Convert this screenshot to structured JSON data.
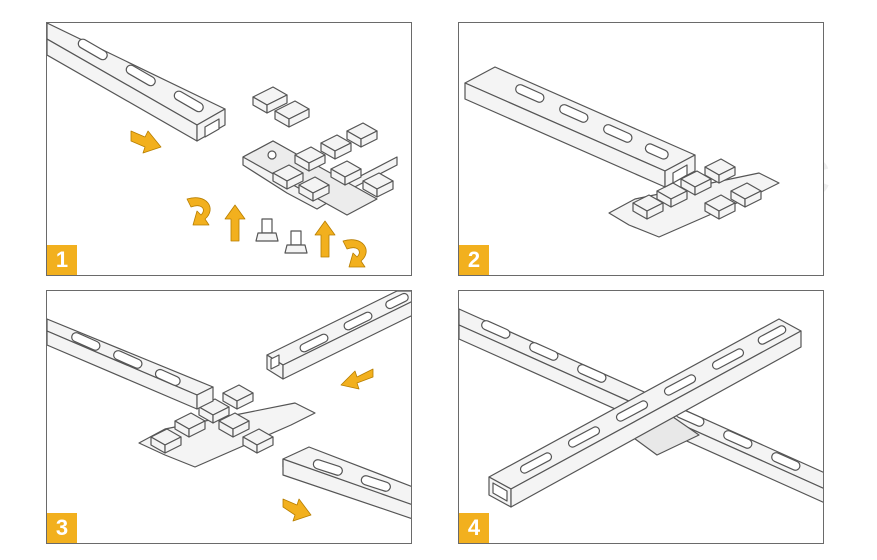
{
  "steps": [
    {
      "number": "1",
      "arrows": [
        "slide-arrow",
        "rotate-arrow-left",
        "up-arrow-left",
        "up-arrow-right",
        "rotate-arrow-right"
      ]
    },
    {
      "number": "2",
      "arrows": []
    },
    {
      "number": "3",
      "arrows": [
        "slide-arrow-upper",
        "slide-arrow-lower"
      ]
    },
    {
      "number": "4",
      "arrows": []
    }
  ],
  "colors": {
    "accent": "#f2b01e",
    "line": "#555555",
    "metal": "#f4f4f4",
    "frame": "#6a6a6a"
  }
}
